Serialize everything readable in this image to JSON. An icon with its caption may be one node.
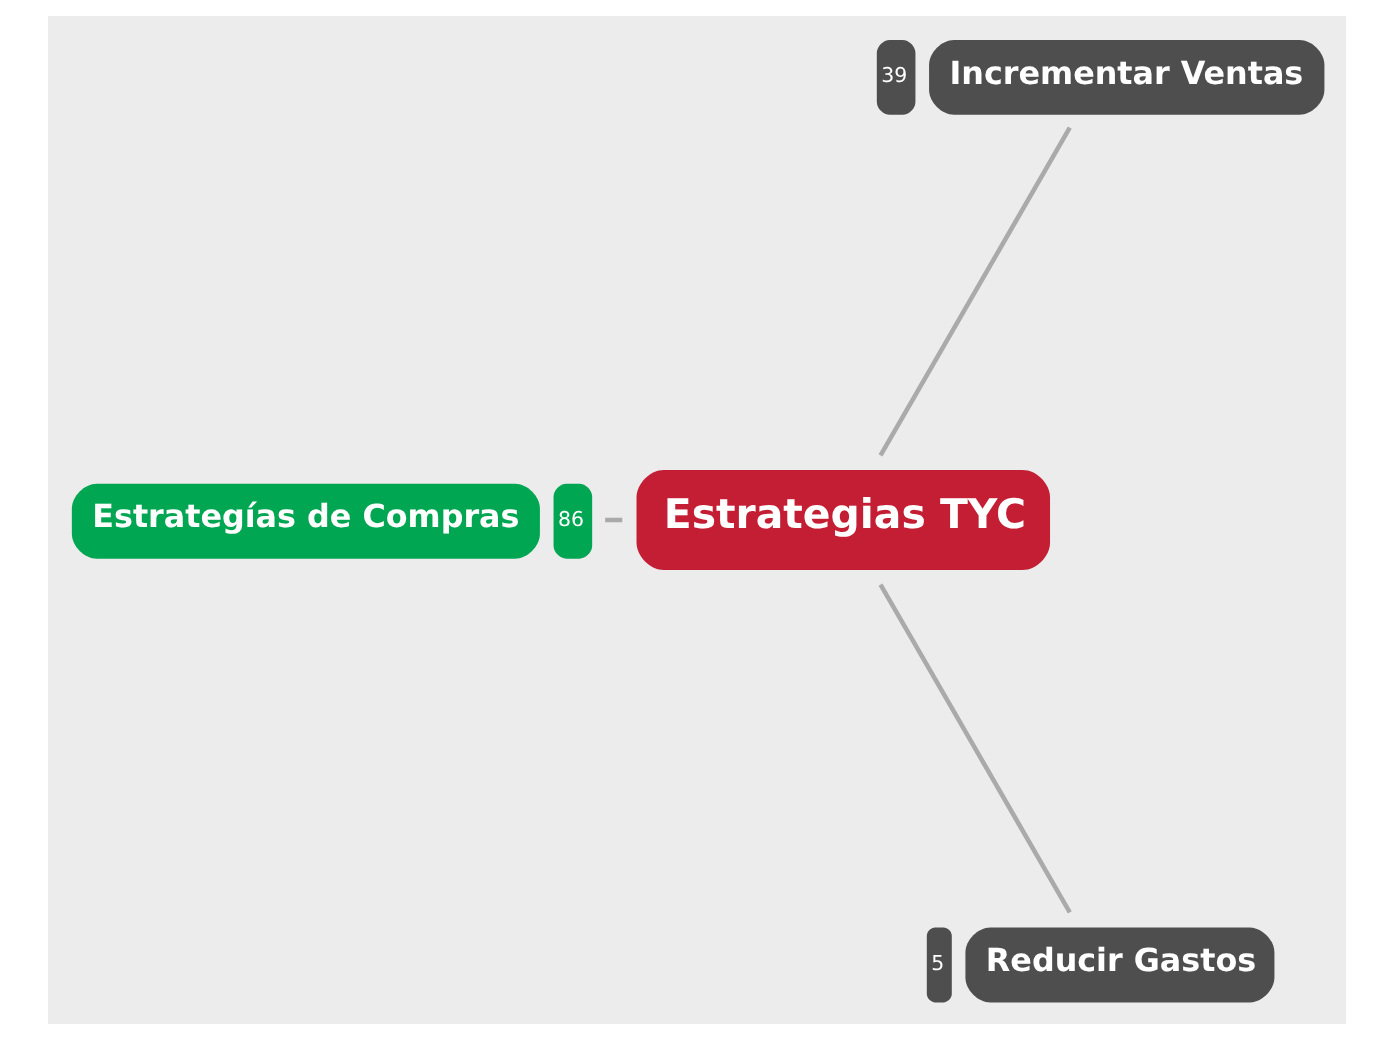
{
  "diagram": {
    "nodes": [
      {
        "text": [
          "Estrategias TYC"
        ]
      },
      {
        "text": [
          "Incrementar Ventas"
        ],
        "beside": [
          "39"
        ]
      },
      {
        "text": [
          "Estrategías de Compras"
        ],
        "beside": [
          "86"
        ]
      },
      {
        "text": [
          "Reducir Gastos"
        ],
        "beside": [
          "5"
        ]
      }
    ],
    "edges": [
      {
        "from": 0,
        "to": 1,
        "arrow": "none"
      },
      {
        "from": 0,
        "to": 2,
        "arrow": "none"
      },
      {
        "from": 0,
        "to": 3,
        "arrow": "none"
      }
    ]
  }
}
